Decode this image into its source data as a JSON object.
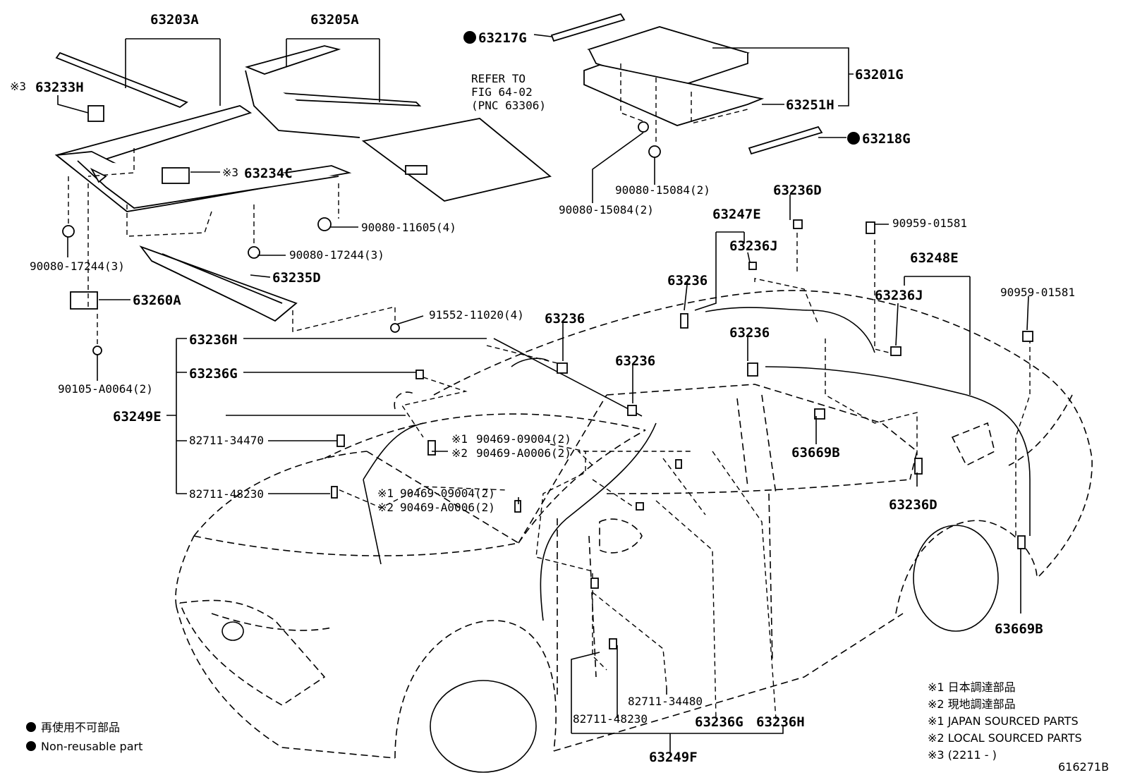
{
  "labels": {
    "p63203A": "63203A",
    "p63205A": "63205A",
    "p63217G": "63217G",
    "p63201G": "63201G",
    "p63251H": "63251H",
    "p63218G": "63218G",
    "p63233H": "63233H",
    "p63234C": "63234C",
    "p63235D": "63235D",
    "p63260A": "63260A",
    "p90080_17244_l": "90080-17244(3)",
    "p90080_17244_r": "90080-17244(3)",
    "p90080_11605": "90080-11605(4)",
    "p90105": "90105-A0064(2)",
    "p91552": "91552-11020(4)",
    "p90080_15084_a": "90080-15084(2)",
    "p90080_15084_b": "90080-15084(2)",
    "p63236D_top": "63236D",
    "p63247E": "63247E",
    "p63236J_a": "63236J",
    "p63236_a": "63236",
    "p90959_a": "90959-01581",
    "p63248E": "63248E",
    "p63236J_b": "63236J",
    "p90959_b": "90959-01581",
    "p63236_b": "63236",
    "p63236_c": "63236",
    "p63236_d": "63236",
    "p63236H": "63236H",
    "p63236G": "63236G",
    "p63249E": "63249E",
    "p82711_34470": "82711-34470",
    "p82711_48230": "82711-48230",
    "p90469_a1": "90469-09004(2)",
    "p90469_a2": "90469-A0006(2)",
    "p90469_b1": "90469-09004(2)",
    "p90469_b2": "90469-A0006(2)",
    "p63669B_a": "63669B",
    "p63669B_b": "63669B",
    "p63236D_bot": "63236D",
    "p82711_34480": "82711-34480",
    "p82711_48230_b": "82711-48230",
    "p63236G_b": "63236G",
    "p63236H_b": "63236H",
    "p63249F": "63249F"
  },
  "marks": {
    "note3": "※3",
    "note3b": "※3",
    "note1": "※1",
    "note2": "※2",
    "note1b": "※1",
    "note2b": "※2"
  },
  "refer": {
    "line1": "REFER TO",
    "line2": "FIG 64-02",
    "line3": "(PNC 63306)"
  },
  "legend": {
    "jp_nonreusable": "再使用不可部品",
    "en_nonreusable": "Non-reusable part"
  },
  "notes": {
    "n1_jp": "※1 日本調達部品",
    "n2_jp": "※2 現地調達部品",
    "n1_en": "※1 JAPAN SOURCED PARTS",
    "n2_en": "※2 LOCAL SOURCED PARTS",
    "n3": "※3 (2211 -      )"
  },
  "figure_id": "616271B",
  "icons": [
    "bullet-dot-icon"
  ]
}
